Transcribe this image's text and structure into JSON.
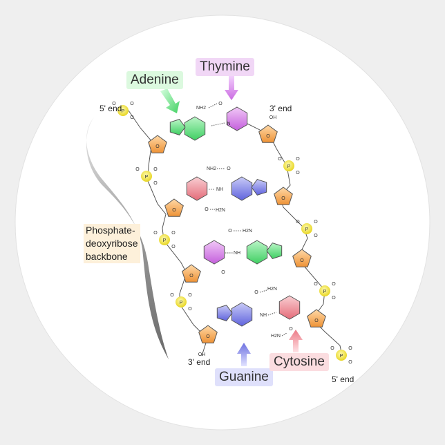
{
  "bases": {
    "adenine": "Adenine",
    "thymine": "Thymine",
    "guanine": "Guanine",
    "cytosine": "Cytosine"
  },
  "ends": {
    "five_prime_top": "5' end",
    "three_prime_top": "3' end",
    "three_prime_bottom": "3' end",
    "five_prime_bottom": "5' end"
  },
  "backbone": {
    "line1": "Phosphate-",
    "line2": "deoxyribose",
    "line3": "backbone"
  },
  "atoms": {
    "phosphorus": "P",
    "oxygen": "O",
    "nitrogen": "N",
    "amine": "NH2",
    "imine": "NH",
    "amine_left": "H2N",
    "hydroxyl": "OH"
  },
  "colors": {
    "adenine": "#5ee07a",
    "thymine": "#d77ee8",
    "guanine": "#7b7fe6",
    "cytosine": "#ef8c95",
    "sugar": "#f3a452",
    "phosphate": "#f1e43c",
    "shadow": "#9a9a9a"
  }
}
